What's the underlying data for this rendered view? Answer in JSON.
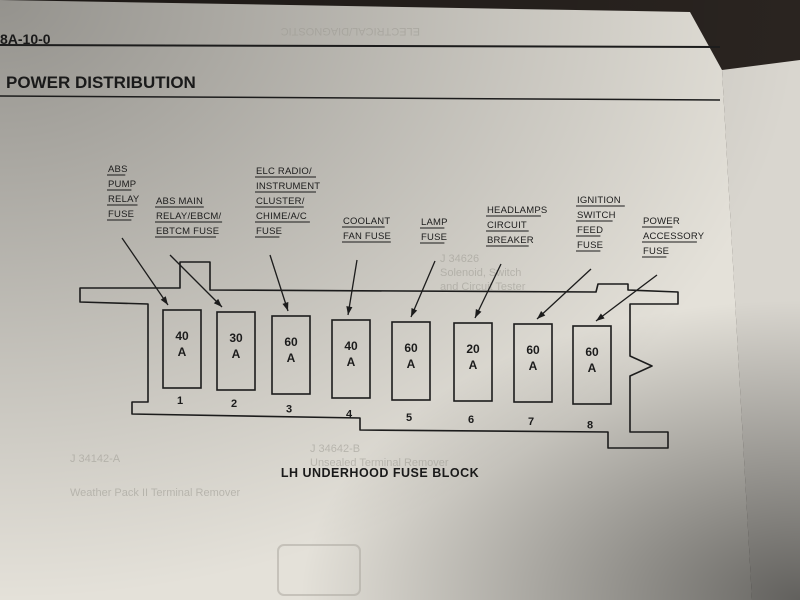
{
  "page_ref": "8A-10-0",
  "section_title": "POWER DISTRIBUTION",
  "caption": "LH UNDERHOOD FUSE BLOCK",
  "bleed_through": {
    "header": "ELECTRICAL/DIAGNOSTIC",
    "tools": [
      "J 34626",
      "Solenoid, Switch",
      "and Circuit Tester",
      "J 34142-A",
      "Weather Pack II Terminal Remover",
      "J 34642-B",
      "Unsealed Terminal Remover"
    ]
  },
  "fuses": [
    {
      "position": "1",
      "amperage_value": "40",
      "amperage_unit": "A",
      "label_lines": [
        "ABS",
        "PUMP",
        "RELAY",
        "FUSE"
      ]
    },
    {
      "position": "2",
      "amperage_value": "30",
      "amperage_unit": "A",
      "label_lines": [
        "ABS MAIN",
        "RELAY/EBCM/",
        "EBTCM FUSE"
      ]
    },
    {
      "position": "3",
      "amperage_value": "60",
      "amperage_unit": "A",
      "label_lines": [
        "ELC RADIO/",
        "INSTRUMENT",
        "CLUSTER/",
        "CHIME/A/C",
        "FUSE"
      ]
    },
    {
      "position": "4",
      "amperage_value": "40",
      "amperage_unit": "A",
      "label_lines": [
        "COOLANT",
        "FAN FUSE"
      ]
    },
    {
      "position": "5",
      "amperage_value": "60",
      "amperage_unit": "A",
      "label_lines": [
        "LAMP",
        "FUSE"
      ]
    },
    {
      "position": "6",
      "amperage_value": "20",
      "amperage_unit": "A",
      "label_lines": [
        "HEADLAMPS",
        "CIRCUIT",
        "BREAKER"
      ]
    },
    {
      "position": "7",
      "amperage_value": "60",
      "amperage_unit": "A",
      "label_lines": [
        "IGNITION",
        "SWITCH",
        "FEED",
        "FUSE"
      ]
    },
    {
      "position": "8",
      "amperage_value": "60",
      "amperage_unit": "A",
      "label_lines": [
        "POWER",
        "ACCESSORY",
        "FUSE"
      ]
    }
  ],
  "colors": {
    "paper": "#e4e1d9",
    "ink": "#1c1c1c",
    "background": "#2a2420"
  }
}
